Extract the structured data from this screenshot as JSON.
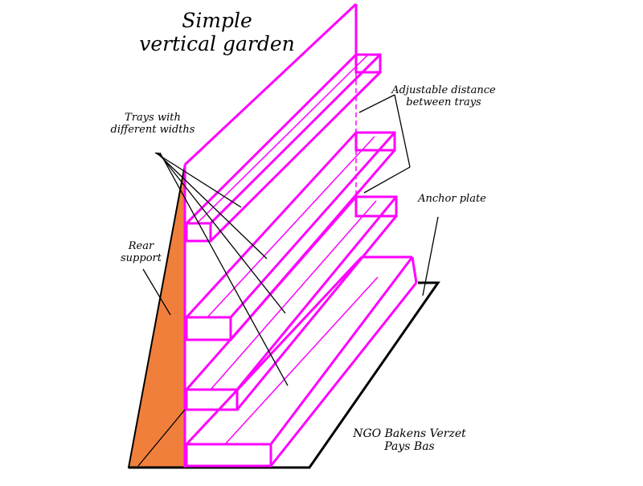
{
  "title": {
    "line1": "Simple",
    "line2": "vertical garden"
  },
  "labels": {
    "trays": {
      "line1": "Trays with",
      "line2": "different widths"
    },
    "adjustable": {
      "line1": "Adjustable distance",
      "line2": "between trays"
    },
    "anchor": "Anchor plate",
    "rear": {
      "line1": "Rear",
      "line2": "support"
    },
    "credit": {
      "line1": "NGO Bakens Verzet",
      "line2": "Pays Bas"
    }
  },
  "colors": {
    "outline": "#ff00ff",
    "support": "#f07f3c",
    "ink": "#000000",
    "background": "#ffffff"
  }
}
